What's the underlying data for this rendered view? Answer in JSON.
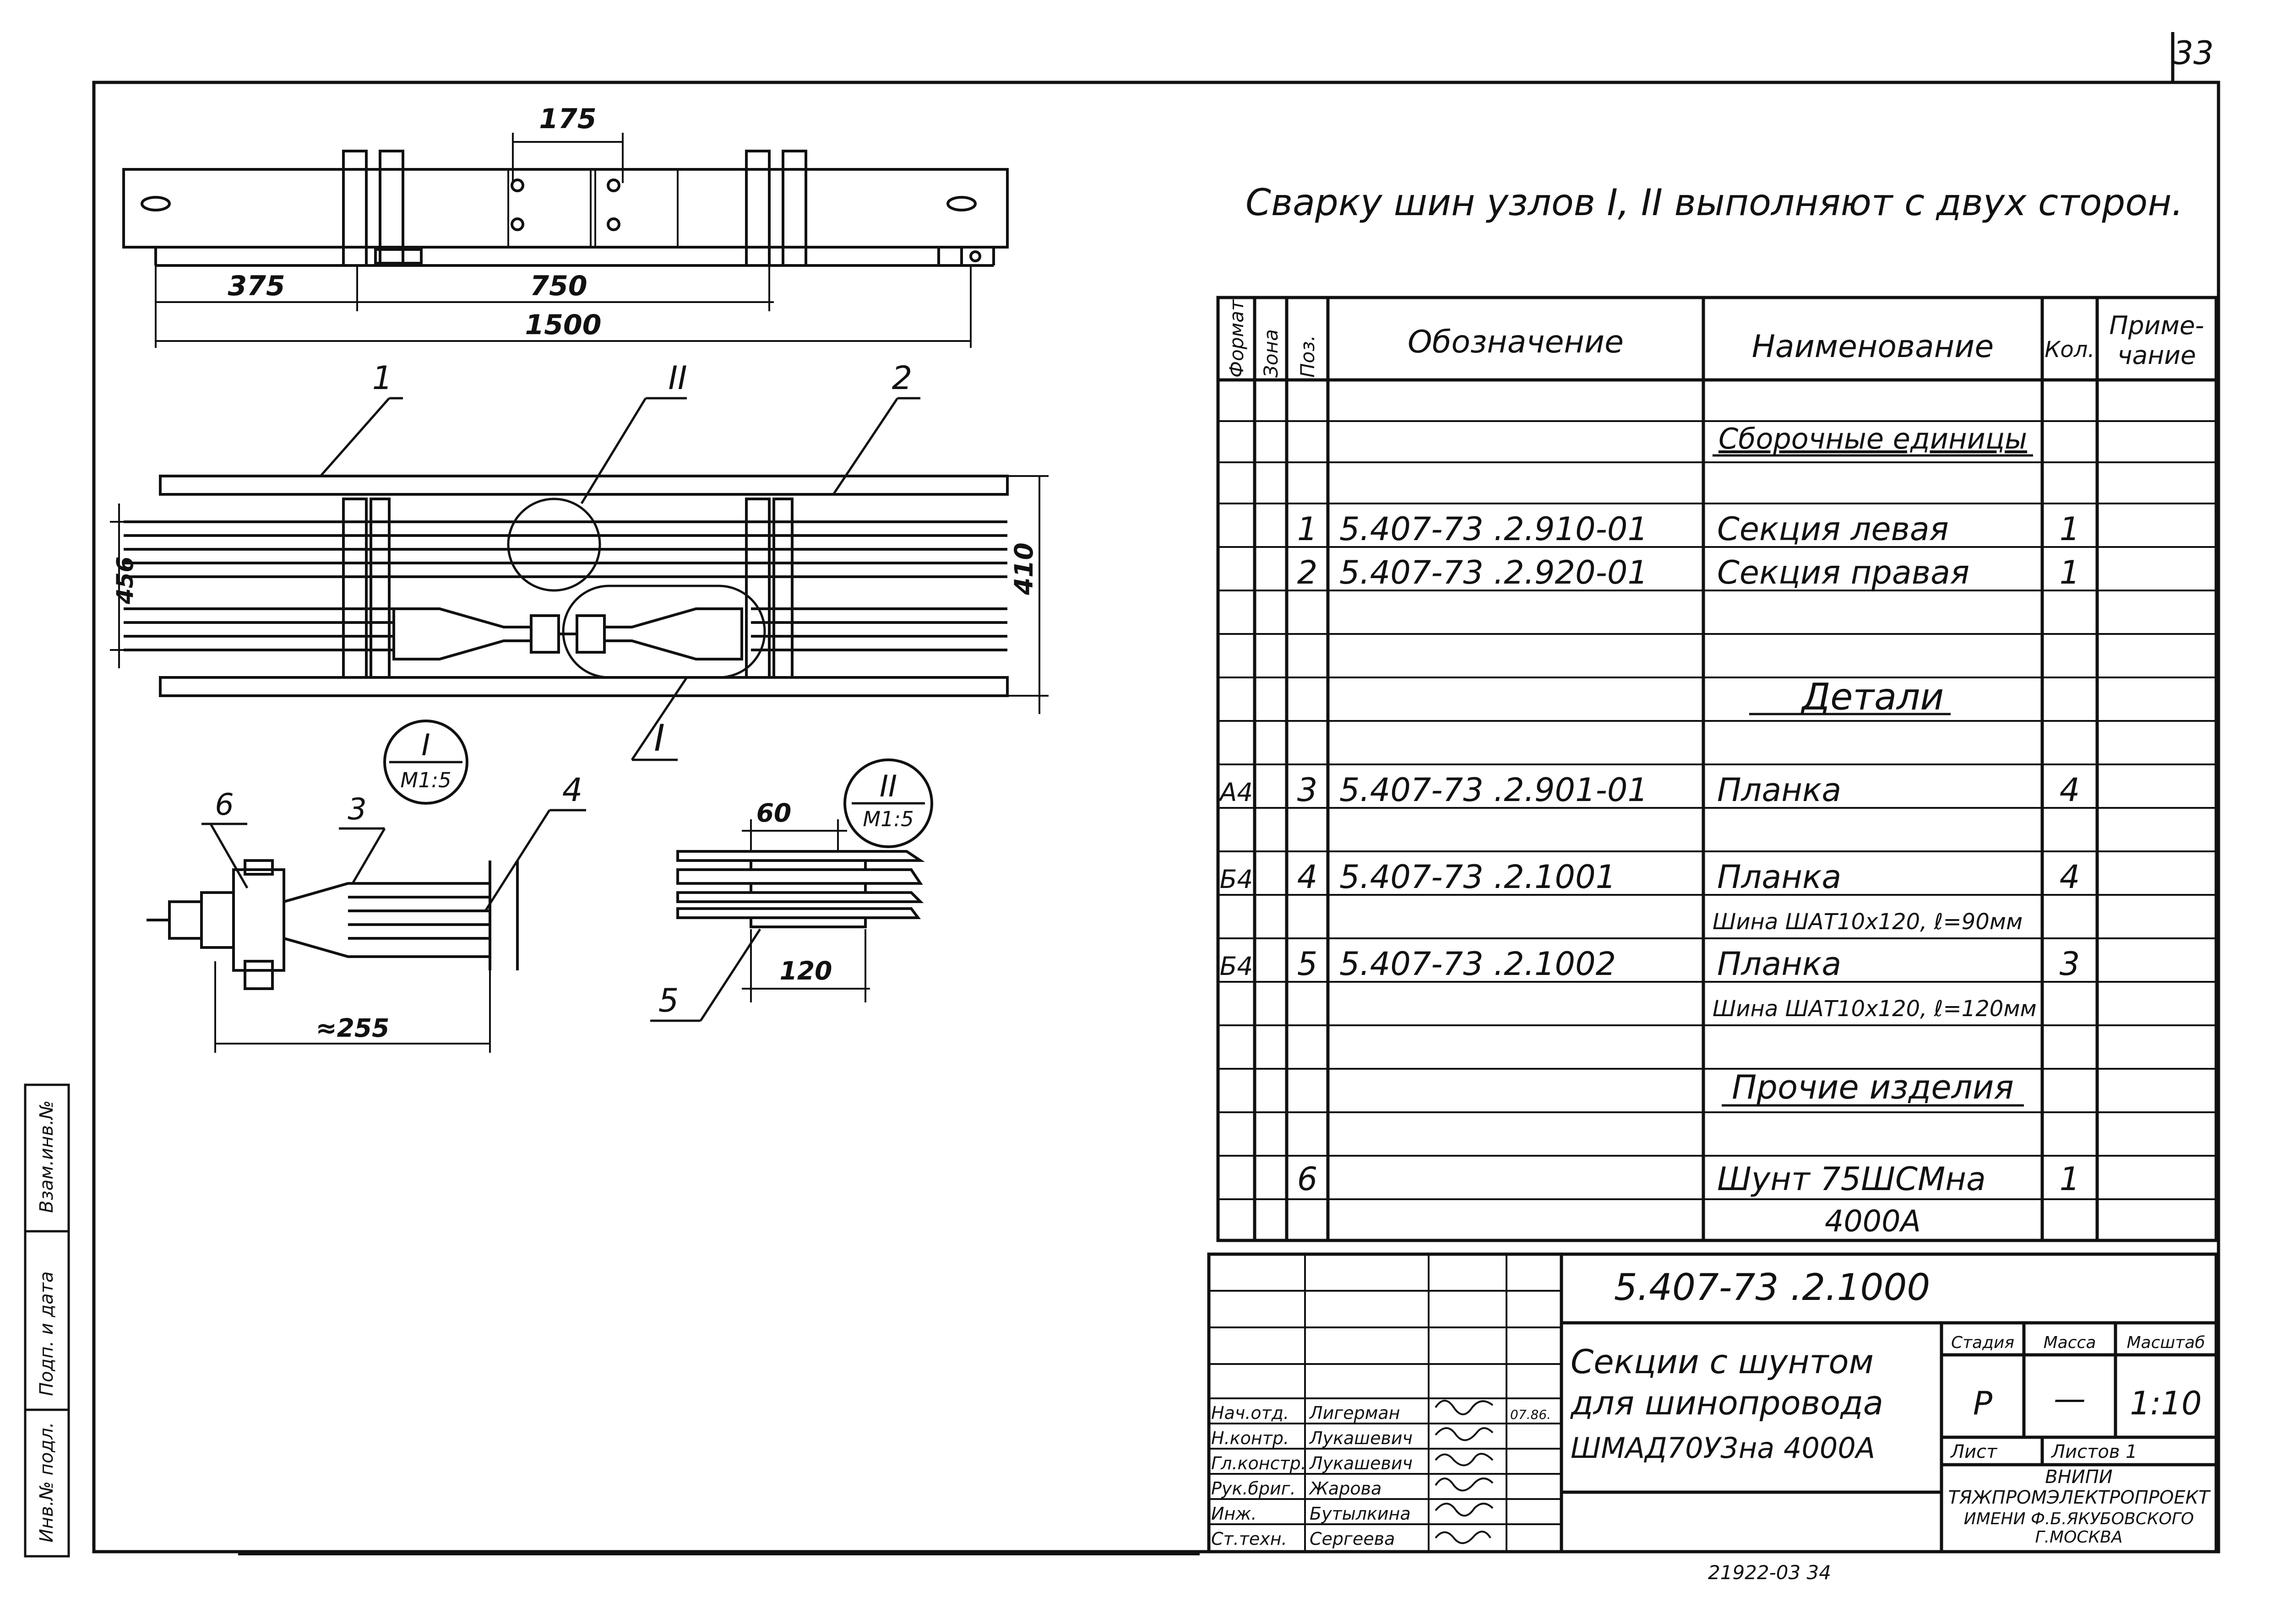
{
  "page_number": "33",
  "note": "Сварку шин узлов I, II выполняют с двух сторон.",
  "dimensions": {
    "d175": "175",
    "d375": "375",
    "d750": "750",
    "d1500": "1500",
    "d456": "456",
    "d410": "410",
    "d60": "60",
    "d120": "120",
    "d255": "≈255"
  },
  "callouts": {
    "c1": "1",
    "c2": "2",
    "c3": "3",
    "c4": "4",
    "c5": "5",
    "c6": "6",
    "nodeI": "I",
    "nodeII": "II"
  },
  "detail_labels": {
    "detailI_num": "I",
    "detailI_scale": "М1:5",
    "detailII_num": "II",
    "detailII_scale": "М1:5"
  },
  "spec_table": {
    "headers": {
      "format": "Формат",
      "zone": "Зона",
      "pos": "Поз.",
      "designation": "Обозначение",
      "name": "Наименование",
      "qty": "Кол.",
      "note1": "Приме-",
      "note2": "чание"
    },
    "section_assembly": "Сборочные единицы",
    "section_details": "Детали",
    "section_other": "Прочие изделия",
    "rows": [
      {
        "format": "",
        "pos": "1",
        "designation": "5.407-73 .2.910-01",
        "name": "Секция левая",
        "qty": "1"
      },
      {
        "format": "",
        "pos": "2",
        "designation": "5.407-73 .2.920-01",
        "name": "Секция правая",
        "qty": "1"
      },
      {
        "format": "А4",
        "pos": "3",
        "designation": "5.407-73 .2.901-01",
        "name": "Планка",
        "qty": "4"
      },
      {
        "format": "Б4",
        "pos": "4",
        "designation": "5.407-73 .2.1001",
        "name": "Планка",
        "qty": "4"
      },
      {
        "format": "",
        "pos": "",
        "designation": "",
        "name": "Шина ШАТ10х120, ℓ=90мм",
        "qty": ""
      },
      {
        "format": "Б4",
        "pos": "5",
        "designation": "5.407-73 .2.1002",
        "name": "Планка",
        "qty": "3"
      },
      {
        "format": "",
        "pos": "",
        "designation": "",
        "name": "Шина ШАТ10х120, ℓ=120мм",
        "qty": ""
      },
      {
        "format": "",
        "pos": "6",
        "designation": "",
        "name": "Шунт 75ШСМна",
        "qty": "1"
      },
      {
        "format": "",
        "pos": "",
        "designation": "",
        "name": "4000А",
        "qty": ""
      }
    ]
  },
  "title_block": {
    "doc_number": "5.407-73 .2.1000",
    "title_line1": "Секции с шунтом",
    "title_line2": "для шинопровода",
    "title_line3": "ШМАД70У3на 4000А",
    "stage_label": "Стадия",
    "mass_label": "Масса",
    "scale_label": "Масштаб",
    "stage_value": "Р",
    "mass_value": "—",
    "scale_value": "1:10",
    "sheet_label": "Лист",
    "sheets_label": "Листов 1",
    "org_line1": "ВНИПИ",
    "org_line2": "ТЯЖПРОМЭЛЕКТРОПРОЕКТ",
    "org_line3": "ИМЕНИ Ф.Б.ЯКУБОВСКОГО",
    "org_line4": "Г.МОСКВА",
    "date": "07.86.",
    "signatures": [
      {
        "role": "Нач.отд.",
        "name": "Лигерман"
      },
      {
        "role": "Н.контр.",
        "name": "Лукашевич"
      },
      {
        "role": "Гл.констр.",
        "name": "Лукашевич"
      },
      {
        "role": "Рук.бриг.",
        "name": "Жарова"
      },
      {
        "role": "Инж.",
        "name": "Бутылкина"
      },
      {
        "role": "Ст.техн.",
        "name": "Сергеева"
      }
    ]
  },
  "bottom_code": "21922-03    34",
  "side_margin": {
    "m1": "Взам.инв.№",
    "m2": "Подп. и дата",
    "m3": "Инв.№ подл."
  }
}
